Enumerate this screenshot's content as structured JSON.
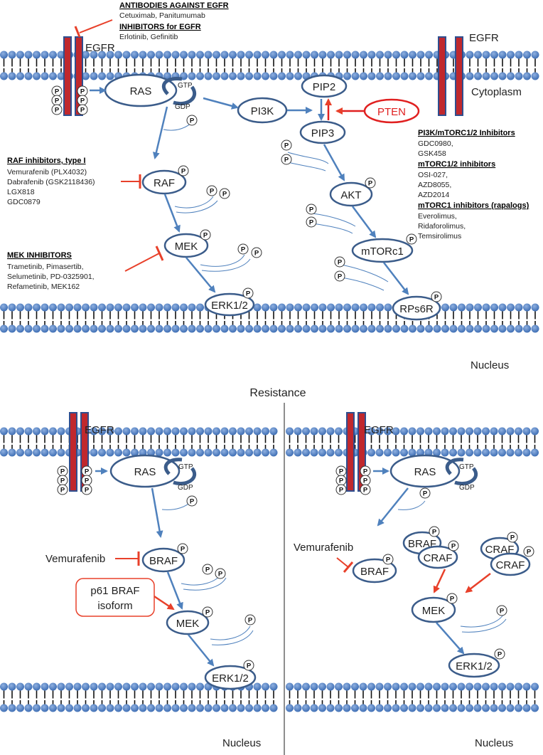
{
  "top": {
    "egfr_left": "EGFR",
    "egfr_right": "EGFR",
    "cytoplasm": "Cytoplasm",
    "nucleus": "Nucleus",
    "nodes": {
      "ras": "RAS",
      "gtp": "GTP",
      "gdp": "GDP",
      "pi3k": "PI3K",
      "pip2": "PIP2",
      "pip3": "PIP3",
      "pten": "PTEN",
      "raf": "RAF",
      "mek": "MEK",
      "erk": "ERK1/2",
      "akt": "AKT",
      "mtorc1": "mTORc1",
      "rps6r": "RPs6R"
    },
    "antibodies": {
      "header": "ANTIBODIES AGAINST EGFR",
      "drugs": "Cetuximab, Panitumumab"
    },
    "egfr_inhibitors": {
      "header": "INHIBITORS for EGFR",
      "drugs": "Erlotinib, Gefinitib"
    },
    "raf_inhibitors": {
      "header": "RAF inhibitors, type I",
      "drugs": [
        "Vemurafenib (PLX4032)",
        "Dabrafenib (GSK2118436)",
        "LGX818",
        "GDC0879"
      ]
    },
    "mek_inhibitors": {
      "header": "MEK INHIBITORS",
      "drugs": [
        "Trametinib, Pimasertib,",
        "Selumetinib, PD-0325901,",
        "Refametinib, MEK162"
      ]
    },
    "pi3k_mtor": {
      "header": "PI3K/mTORC1/2 Inhibitors",
      "drugs": [
        "GDC0980,",
        "GSK458"
      ]
    },
    "mtorc12": {
      "header": "mTORC1/2 inhibitors",
      "drugs": [
        "OSI-027,",
        "AZD8055,",
        "AZD2014"
      ]
    },
    "mtorc1": {
      "header": "mTORC1 inhibitors (rapalogs)",
      "drugs": [
        "Everolimus,",
        "Ridaforolimus,",
        "Temsirolimus"
      ]
    }
  },
  "resistance": "Resistance",
  "bottom_left": {
    "egfr": "EGFR",
    "ras": "RAS",
    "gtp": "GTP",
    "gdp": "GDP",
    "braf": "BRAF",
    "vemurafenib": "Vemurafenib",
    "p61_line1": "p61 BRAF",
    "p61_line2": "isoform",
    "mek": "MEK",
    "erk": "ERK1/2",
    "nucleus": "Nucleus"
  },
  "bottom_right": {
    "egfr": "EGFR",
    "ras": "RAS",
    "gtp": "GTP",
    "gdp": "GDP",
    "vemurafenib": "Vemurafenib",
    "braf": "BRAF",
    "braf2": "BRAF",
    "craf_a": "CRAF",
    "craf_b": "CRAF",
    "craf_c": "CRAF",
    "mek": "MEK",
    "erk": "ERK1/2",
    "nucleus": "Nucleus"
  },
  "phospho_label": "P",
  "colors": {
    "node_stroke": "#3b5c8a",
    "arrow_blue": "#4f81bd",
    "inhibit_red": "#e8402a",
    "pten_red": "#e02020",
    "membrane_blue": "#4f7fc0",
    "receptor_red": "#c0282d",
    "receptor_edge": "#2f4f8f"
  }
}
